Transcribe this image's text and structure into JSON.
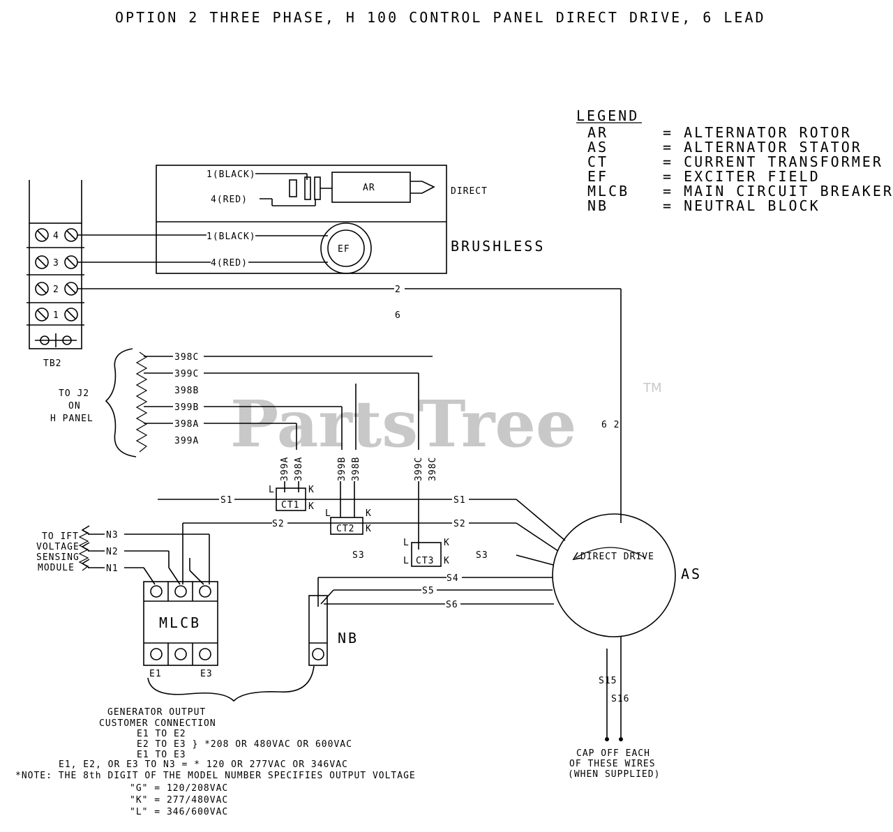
{
  "title": "OPTION 2    THREE PHASE, H 100 CONTROL PANEL DIRECT DRIVE, 6 LEAD",
  "watermark": {
    "text": "PartsTree",
    "tm": "TM"
  },
  "legend": {
    "heading": "LEGEND",
    "items": [
      {
        "abbr": "AR",
        "def": "= ALTERNATOR ROTOR"
      },
      {
        "abbr": "AS",
        "def": "= ALTERNATOR STATOR"
      },
      {
        "abbr": "CT",
        "def": "= CURRENT TRANSFORMER"
      },
      {
        "abbr": "EF",
        "def": "= EXCITER FIELD"
      },
      {
        "abbr": "MLCB",
        "def": "= MAIN CIRCUIT BREAKER"
      },
      {
        "abbr": "NB",
        "def": "= NEUTRAL BLOCK"
      }
    ]
  },
  "terminal_block": {
    "label": "TB2",
    "terminals": [
      "4",
      "3",
      "2",
      "1"
    ]
  },
  "rotor_box": {
    "wire1": "1(BLACK)",
    "wire4": "4(RED)",
    "ar": "AR",
    "direct": "DIRECT",
    "ef_wire1": "1(BLACK)",
    "ef_wire4": "4(RED)",
    "ef": "EF",
    "brushless": "BRUSHLESS"
  },
  "wires": {
    "w2": "2",
    "w6": "6",
    "w62": "6 2",
    "s1_left": "S1",
    "s1_right": "S1",
    "s2_left": "S2",
    "s2_right": "S2",
    "s3_left": "S3",
    "s3_right": "S3",
    "s4": "S4",
    "s5": "S5",
    "s6": "S6",
    "s15": "S15",
    "s16": "S16"
  },
  "j2": {
    "label_lines": [
      "TO J2",
      "ON",
      "H PANEL"
    ],
    "wires": [
      "398C",
      "399C",
      "398B",
      "399B",
      "398A",
      "399A"
    ]
  },
  "ct": {
    "ct1": "CT1",
    "ct2": "CT2",
    "ct3": "CT3",
    "ct1_wires": [
      "399A",
      "398A"
    ],
    "ct2_wires": [
      "399B",
      "398B"
    ],
    "ct3_wires": [
      "399C",
      "398C"
    ],
    "l_mark": "L",
    "k_mark": "K"
  },
  "sensing": {
    "label_lines": [
      "TO IFT",
      "VOLTAGE",
      "SENSING",
      "MODULE"
    ],
    "n3": "N3",
    "n2": "N2",
    "n1": "N1"
  },
  "mlcb": {
    "label": "MLCB",
    "e1": "E1",
    "e3": "E3"
  },
  "nb": "NB",
  "stator": {
    "as": "AS",
    "direct_drive": "DIRECT DRIVE"
  },
  "cap_off": [
    "CAP OFF EACH",
    "OF THESE WIRES",
    "(WHEN SUPPLIED)"
  ],
  "output_notes": [
    "GENERATOR OUTPUT",
    "CUSTOMER CONNECTION",
    "E1 TO E2",
    "E2 TO E3 } *208 OR 480VAC OR 600VAC",
    "E1 TO E3",
    "E1, E2, OR E3 TO N3 = * 120 OR 277VAC OR 346VAC",
    "*NOTE: THE 8th DIGIT OF THE MODEL NUMBER SPECIFIES OUTPUT VOLTAGE",
    "\"G\" = 120/208VAC",
    "\"K\" = 277/480VAC",
    "\"L\" = 346/600VAC"
  ]
}
